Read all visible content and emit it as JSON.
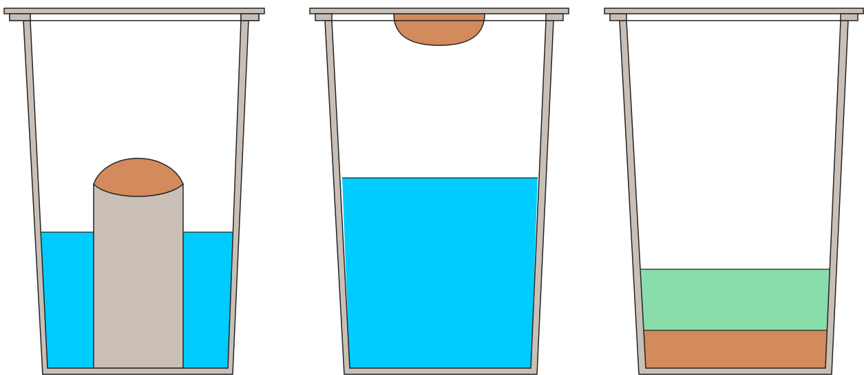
{
  "colors": {
    "background": "#ffffff",
    "cup_wall": "#c9bfb7",
    "outline": "#222222",
    "water": "#00ccff",
    "lid_blob": "#d38a5c",
    "cylinder": "#c9bfb7",
    "green_layer": "#88ddaa",
    "brown_layer": "#d38a5c"
  },
  "panels": [
    {
      "name": "cup-with-cylinder-in-water",
      "liquid_levels": [
        "water"
      ],
      "contains": [
        "cylinder",
        "orange-cap"
      ]
    },
    {
      "name": "cup-with-floating-blob-and-water",
      "liquid_levels": [
        "water"
      ],
      "contains": [
        "orange-blob-at-top"
      ]
    },
    {
      "name": "cup-with-two-layers",
      "liquid_levels": [
        "green-layer",
        "brown-layer"
      ],
      "contains": []
    }
  ]
}
